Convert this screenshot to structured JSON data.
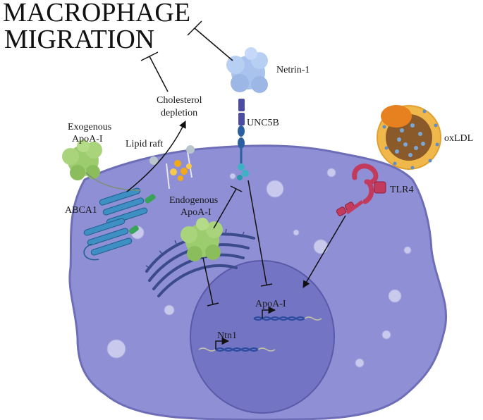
{
  "title": {
    "line1": "MACROPHAGE",
    "line2": "MIGRATION"
  },
  "labels": {
    "netrin": "Netrin-1",
    "unc5b": "UNC5B",
    "cholesterol_line1": "Cholesterol",
    "cholesterol_line2": "depletion",
    "exogenous_line1": "Exogenous",
    "exogenous_line2": "ApoA-I",
    "lipid_raft": "Lipid raft",
    "abca1": "ABCA1",
    "endogenous_line1": "Endogenous",
    "endogenous_line2": "ApoA-I",
    "oxldl": "oxLDL",
    "tlr4": "TLR4",
    "apoa1_gene": "ApoA-I",
    "ntn1_gene": "Ntn1"
  },
  "colors": {
    "cell": "#8f8fd6",
    "cell_edge": "#6e6eb8",
    "nucleus": "#7474c4",
    "nucleus_edge": "#5a5aa8",
    "apoa1": "#9ccc6e",
    "netrin": "#a9c2ee",
    "unc5b": "#2c5fa0",
    "abca1": "#3d8fc4",
    "tlr4": "#c23a5c",
    "oxldl_core": "#8a5a2a",
    "oxldl_shell": "#f0b84a"
  }
}
